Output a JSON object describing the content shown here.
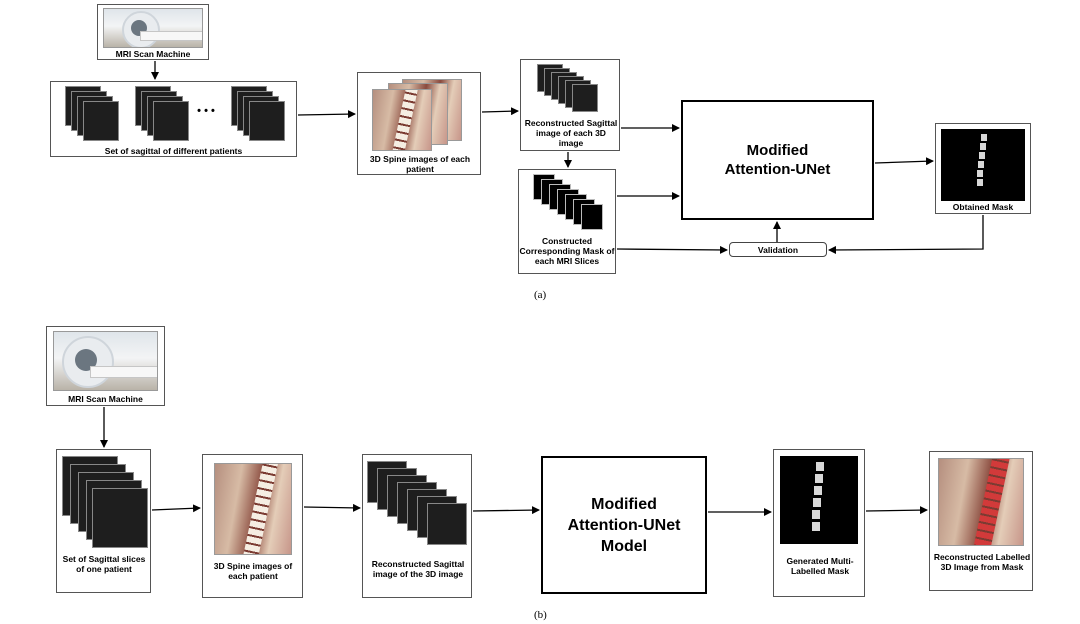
{
  "panel_a": {
    "mri_label": "MRI Scan Machine",
    "sagittal_set_label": "Set of sagittal of different patients",
    "ellipsis": "• • •",
    "spine3d_label": "3D Spine images of each patient",
    "reconstructed_label": "Reconstructed Sagittal image of each 3D image",
    "constructed_mask_label": "Constructed Corresponding Mask of each MRI Slices",
    "model_line1": "Modified",
    "model_line2": "Attention-UNet",
    "validation_label": "Validation",
    "obtained_mask_label": "Obtained Mask",
    "caption": "(a)"
  },
  "panel_b": {
    "mri_label": "MRI Scan Machine",
    "sagittal_label": "Set of Sagittal slices of one patient",
    "spine3d_label": "3D Spine images of each patient",
    "reconstructed_label": "Reconstructed Sagittal image of the 3D image",
    "model_line1": "Modified",
    "model_line2": "Attention-UNet",
    "model_line3": "Model",
    "generated_mask_label": "Generated Multi-Labelled Mask",
    "labelled3d_label": "Reconstructed Labelled 3D Image from Mask",
    "caption": "(b)"
  }
}
